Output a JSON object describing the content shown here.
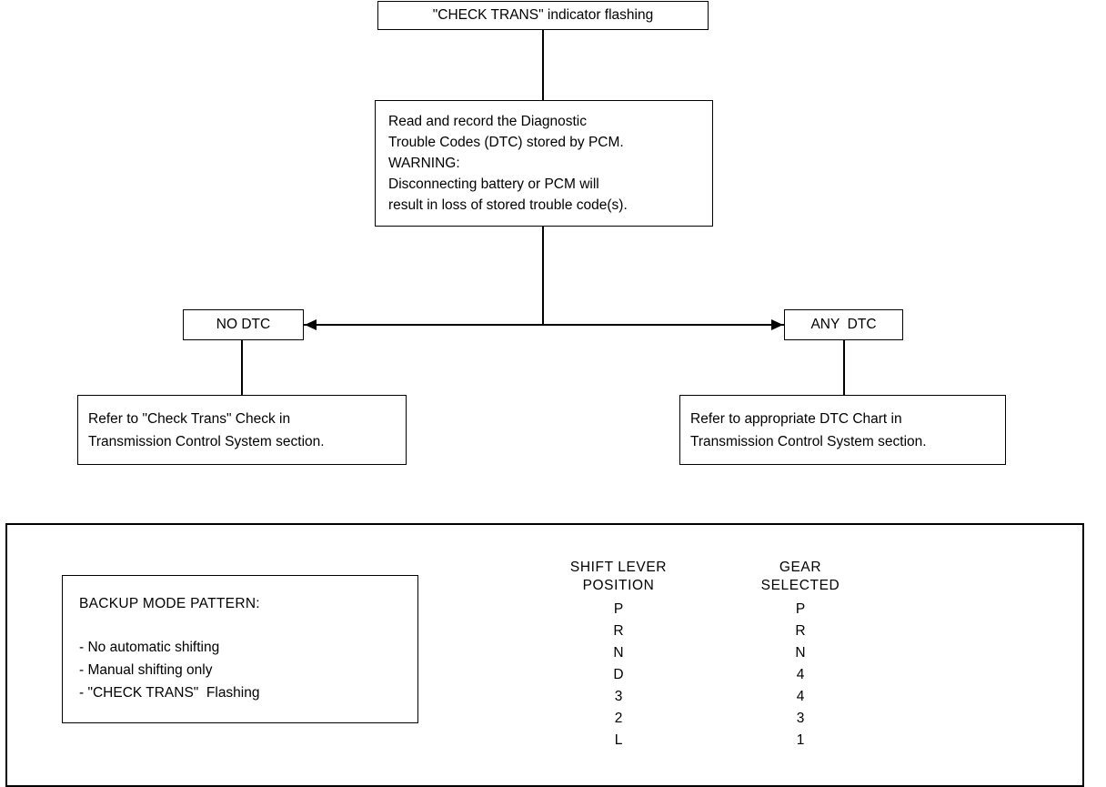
{
  "diagram": {
    "title_box": {
      "text": "\"CHECK TRANS\" indicator flashing"
    },
    "instruction_box": {
      "lines": [
        "Read and record the Diagnostic",
        "Trouble Codes (DTC) stored by PCM.",
        "WARNING:",
        "Disconnecting battery or PCM will",
        "result in loss of stored trouble code(s)."
      ]
    },
    "decisions": {
      "no_dtc_label": "NO DTC",
      "any_dtc_label": "ANY  DTC"
    },
    "results": {
      "left": [
        "Refer to \"Check Trans\" Check in",
        "Transmission Control System section."
      ],
      "right": [
        "Refer to appropriate DTC Chart in",
        "Transmission Control System section."
      ]
    }
  },
  "bottom_panel": {
    "backup_mode": {
      "heading": "BACKUP MODE PATTERN:",
      "bullets": [
        "- No automatic shifting",
        "- Manual shifting only",
        "- \"CHECK TRANS\"  Flashing"
      ]
    },
    "gear_table": {
      "col1_header_line1": "SHIFT LEVER",
      "col1_header_line2": "POSITION",
      "col2_header_line1": "GEAR",
      "col2_header_line2": "SELECTED",
      "rows": [
        {
          "position": "P",
          "gear": "P"
        },
        {
          "position": "R",
          "gear": "R"
        },
        {
          "position": "N",
          "gear": "N"
        },
        {
          "position": "D",
          "gear": "4"
        },
        {
          "position": "3",
          "gear": "4"
        },
        {
          "position": "2",
          "gear": "3"
        },
        {
          "position": "L",
          "gear": "1"
        }
      ]
    }
  },
  "colors": {
    "ink": "#000000",
    "background": "#ffffff"
  }
}
